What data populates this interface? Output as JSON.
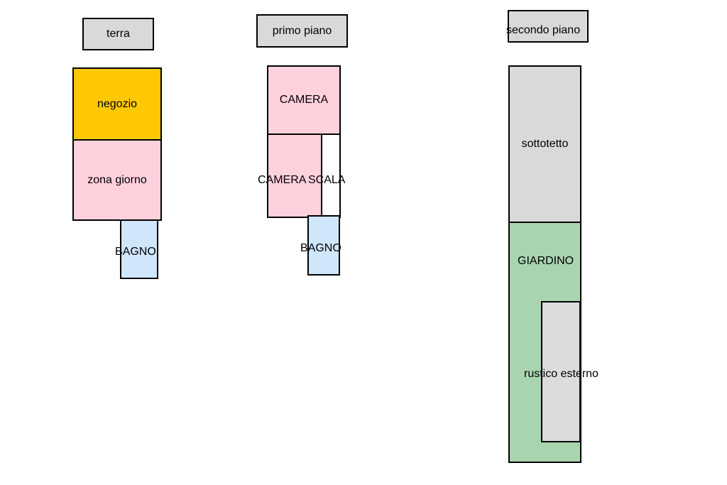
{
  "floors": {
    "ground": {
      "title": "terra",
      "rooms": {
        "shop": "negozio",
        "living": "zona giorno",
        "bath": "BAGNO"
      }
    },
    "first": {
      "title": "primo piano",
      "rooms": {
        "bedroom1": "CAMERA",
        "bedroom2": "CAMERA",
        "stairs": "SCALA",
        "bath": "BAGNO"
      }
    },
    "second": {
      "title": "secondo piano",
      "rooms": {
        "attic": "sottotetto",
        "garden": "GIARDINO",
        "outbuilding": "rustico esterno"
      }
    }
  },
  "colors": {
    "title_box": "#d9d9d9",
    "shop": "#ffc800",
    "living": "#ffd1dc",
    "bath": "#cfe6fb",
    "bedroom": "#ffd1dc",
    "stairs": "#ffffff",
    "attic": "#d9d9d9",
    "garden": "#a8d5b0",
    "outbuilding": "#dcdcdc"
  }
}
